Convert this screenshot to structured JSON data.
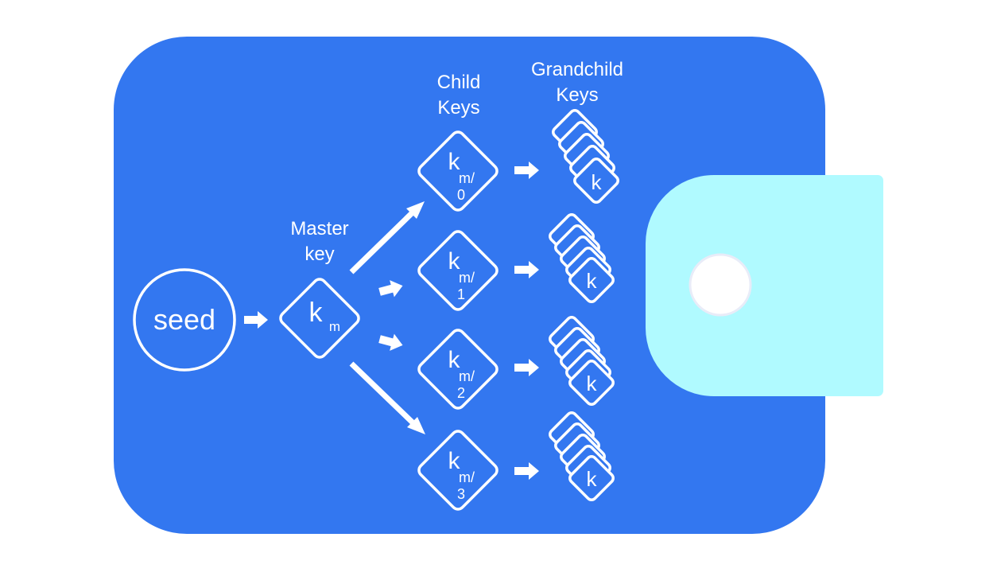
{
  "colors": {
    "wallet_body": "#3377F0",
    "wallet_flap": "#B0FAFF",
    "flap_button": "#FFFFFF",
    "foreground": "#FFFFFF"
  },
  "seed": {
    "label": "seed"
  },
  "master": {
    "title_line1": "Master",
    "title_line2": "key",
    "key_main": "k",
    "key_sub": "m"
  },
  "child_header": {
    "line1": "Child",
    "line2": "Keys"
  },
  "grandchild_header": {
    "line1": "Grandchild",
    "line2": "Keys"
  },
  "children": [
    {
      "key_main": "k",
      "key_sub": "m/",
      "index": "0",
      "grandchild_label": "k"
    },
    {
      "key_main": "k",
      "key_sub": "m/",
      "index": "1",
      "grandchild_label": "k"
    },
    {
      "key_main": "k",
      "key_sub": "m/",
      "index": "2",
      "grandchild_label": "k"
    },
    {
      "key_main": "k",
      "key_sub": "m/",
      "index": "3",
      "grandchild_label": "k"
    }
  ]
}
